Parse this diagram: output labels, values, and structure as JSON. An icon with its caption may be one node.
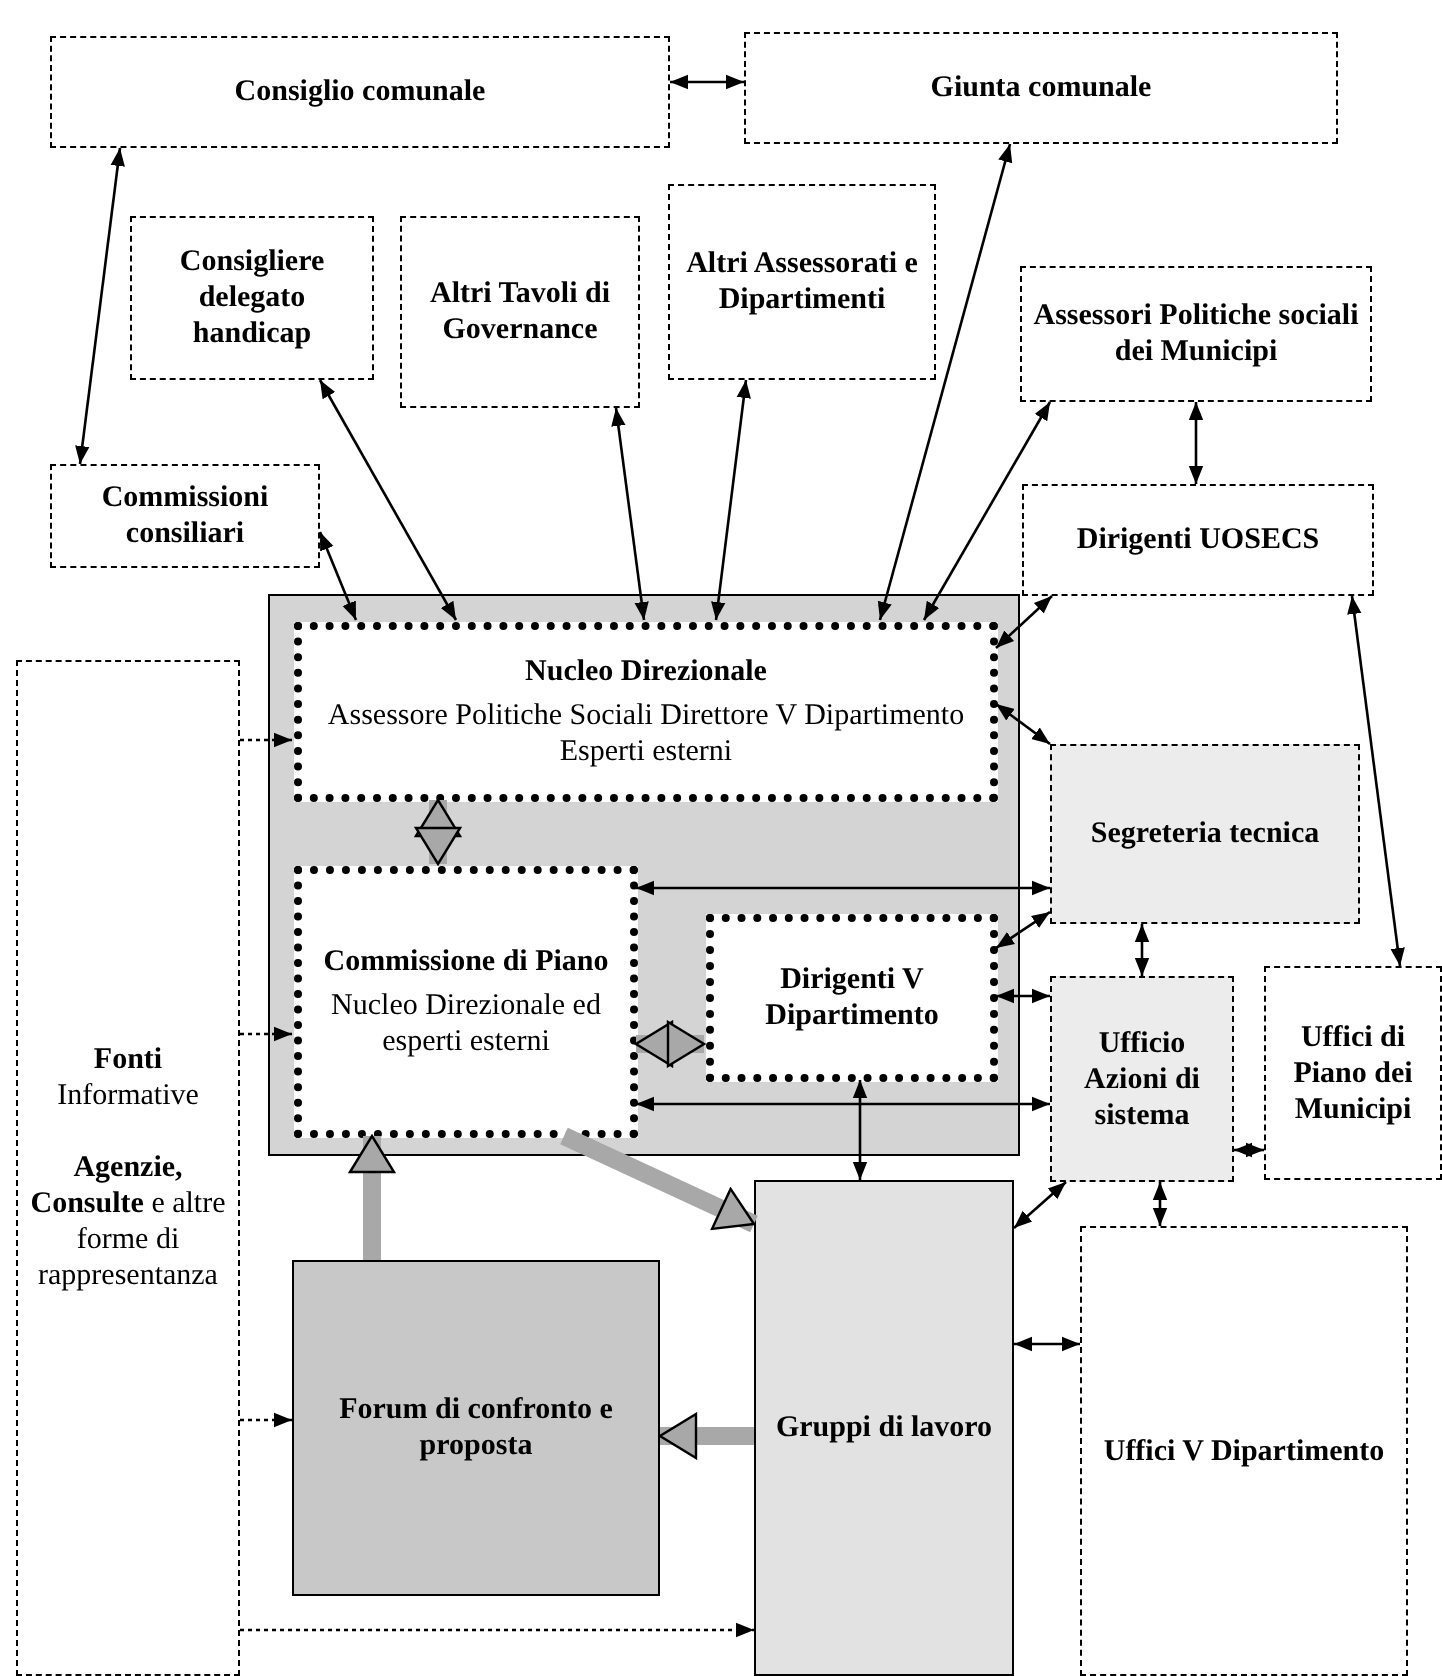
{
  "diagram": {
    "nodes": [
      {
        "text": [
          "Consiglio comunale"
        ]
      },
      {
        "text": [
          "Giunta comunale"
        ]
      },
      {
        "text": [
          "Consigliere delegato handicap"
        ]
      },
      {
        "text": [
          "Altri Tavoli di Governance"
        ]
      },
      {
        "text": [
          "Altri Assessorati e Dipartimenti"
        ]
      },
      {
        "text": [
          "Assessori Politiche sociali dei Municipi"
        ]
      },
      {
        "text": [
          "Commissioni consiliari"
        ]
      },
      {
        "text": [
          "Dirigenti UOSECS"
        ]
      },
      {
        "text": [],
        "shape": "box"
      },
      {
        "text": [
          "Nucleo Direzionale",
          "Assessore Politiche Sociali Direttore V Dipartimento Esperti esterni"
        ],
        "in": 8
      },
      {
        "text": [
          "Commissione di Piano",
          "Nucleo Direzionale ed esperti esterni"
        ],
        "in": 8
      },
      {
        "text": [
          "Dirigenti V Dipartimento"
        ],
        "in": 8
      },
      {
        "text": [
          "Segreteria tecnica"
        ]
      },
      {
        "text": [
          "Ufficio Azioni di sistema"
        ]
      },
      {
        "text": [
          "Uffici di Piano dei Municipi"
        ]
      },
      {
        "text": [
          "**Fonti** Informative",
          "**Agenzie, Consulte** e altre forme di rappresentanza"
        ]
      },
      {
        "text": [
          "Forum di confronto e proposta"
        ]
      },
      {
        "text": [
          "Gruppi di lavoro"
        ]
      },
      {
        "text": [
          "Uffici V Dipartimento"
        ]
      }
    ],
    "edges": [
      {
        "from": 0,
        "to": 1,
        "arrow": "both"
      },
      {
        "from": 0,
        "to": 6,
        "arrow": "both"
      },
      {
        "from": 6,
        "to": 9,
        "arrow": "both"
      },
      {
        "from": 9,
        "to": 2,
        "arrow": "both"
      },
      {
        "from": 9,
        "to": 3,
        "arrow": "both"
      },
      {
        "from": 9,
        "to": 4,
        "arrow": "both"
      },
      {
        "from": 9,
        "to": 1,
        "arrow": "both"
      },
      {
        "from": 9,
        "to": 5,
        "arrow": "both"
      },
      {
        "from": 5,
        "to": 7,
        "arrow": "both"
      },
      {
        "from": 9,
        "to": 7,
        "arrow": "both"
      },
      {
        "from": 9,
        "to": 12,
        "arrow": "both"
      },
      {
        "from": 9,
        "to": 10,
        "arrow": "both",
        "style": "thick",
        "color": "#a8a8a8"
      },
      {
        "from": 10,
        "to": 11,
        "arrow": "both",
        "style": "thick",
        "color": "#a8a8a8"
      },
      {
        "from": 10,
        "to": 12,
        "arrow": "both"
      },
      {
        "from": 11,
        "to": 12,
        "arrow": "both"
      },
      {
        "from": 11,
        "to": 13,
        "arrow": "both"
      },
      {
        "from": 10,
        "to": 13,
        "arrow": "both"
      },
      {
        "from": 12,
        "to": 13,
        "arrow": "both"
      },
      {
        "from": 7,
        "to": 14,
        "arrow": "both"
      },
      {
        "from": 13,
        "to": 14,
        "arrow": "both"
      },
      {
        "from": 13,
        "to": 17,
        "arrow": "both"
      },
      {
        "from": 13,
        "to": 18,
        "arrow": "both"
      },
      {
        "from": 11,
        "to": 17,
        "arrow": "both"
      },
      {
        "from": 17,
        "to": 18,
        "arrow": "both"
      },
      {
        "from": 16,
        "to": 10,
        "arrow": "to",
        "style": "thick",
        "color": "#a8a8a8"
      },
      {
        "from": 10,
        "to": 17,
        "arrow": "to",
        "style": "thick",
        "color": "#a8a8a8"
      },
      {
        "from": 17,
        "to": 16,
        "arrow": "to",
        "style": "thick",
        "color": "#a8a8a8"
      },
      {
        "from": 15,
        "to": 9,
        "arrow": "to",
        "style": "dashed"
      },
      {
        "from": 15,
        "to": 10,
        "arrow": "to",
        "style": "dashed"
      },
      {
        "from": 15,
        "to": 16,
        "arrow": "to",
        "style": "dashed"
      },
      {
        "from": 15,
        "to": 17,
        "arrow": "to",
        "style": "dashed"
      }
    ]
  }
}
